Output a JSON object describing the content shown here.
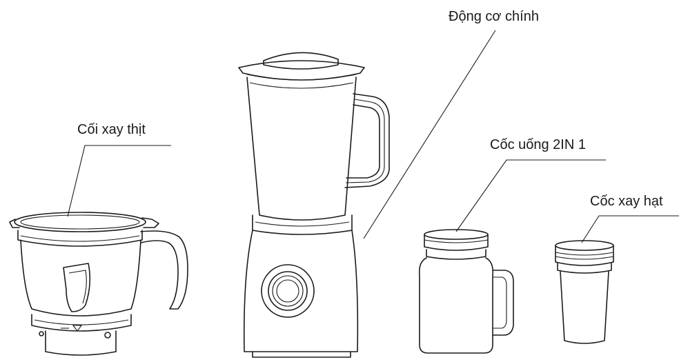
{
  "labels": {
    "motor": "Động cơ chính",
    "meat_grinder": "Cối xay thịt",
    "drinking_cup": "Cốc uống 2IN 1",
    "grinding_cup": "Cốc xay hạt"
  }
}
